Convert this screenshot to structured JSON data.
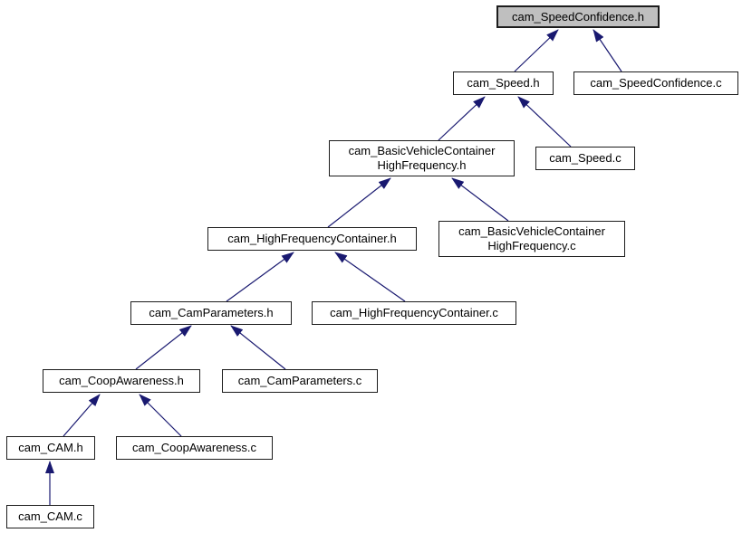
{
  "diagram": {
    "kind": "doxygen-include-dependency-graph",
    "arrow_color": "#191970",
    "node_border_color": "#1c1c1c",
    "node_fill_color": "#ffffff",
    "current_node_fill_color": "#bfbfbf",
    "nodes": [
      {
        "id": "cam_SpeedConfidence.h",
        "lines": [
          "cam_SpeedConfidence.h"
        ],
        "current": true
      },
      {
        "id": "cam_Speed.h",
        "lines": [
          "cam_Speed.h"
        ],
        "current": false
      },
      {
        "id": "cam_SpeedConfidence.c",
        "lines": [
          "cam_SpeedConfidence.c"
        ],
        "current": false
      },
      {
        "id": "cam_BasicVehicleContainerHighFrequency.h",
        "lines": [
          "cam_BasicVehicleContainer",
          "HighFrequency.h"
        ],
        "current": false
      },
      {
        "id": "cam_Speed.c",
        "lines": [
          "cam_Speed.c"
        ],
        "current": false
      },
      {
        "id": "cam_HighFrequencyContainer.h",
        "lines": [
          "cam_HighFrequencyContainer.h"
        ],
        "current": false
      },
      {
        "id": "cam_BasicVehicleContainerHighFrequency.c",
        "lines": [
          "cam_BasicVehicleContainer",
          "HighFrequency.c"
        ],
        "current": false
      },
      {
        "id": "cam_CamParameters.h",
        "lines": [
          "cam_CamParameters.h"
        ],
        "current": false
      },
      {
        "id": "cam_HighFrequencyContainer.c",
        "lines": [
          "cam_HighFrequencyContainer.c"
        ],
        "current": false
      },
      {
        "id": "cam_CoopAwareness.h",
        "lines": [
          "cam_CoopAwareness.h"
        ],
        "current": false
      },
      {
        "id": "cam_CamParameters.c",
        "lines": [
          "cam_CamParameters.c"
        ],
        "current": false
      },
      {
        "id": "cam_CAM.h",
        "lines": [
          "cam_CAM.h"
        ],
        "current": false
      },
      {
        "id": "cam_CoopAwareness.c",
        "lines": [
          "cam_CoopAwareness.c"
        ],
        "current": false
      },
      {
        "id": "cam_CAM.c",
        "lines": [
          "cam_CAM.c"
        ],
        "current": false
      }
    ],
    "edges": [
      {
        "from": "cam_Speed.h",
        "to": "cam_SpeedConfidence.h"
      },
      {
        "from": "cam_SpeedConfidence.c",
        "to": "cam_SpeedConfidence.h"
      },
      {
        "from": "cam_BasicVehicleContainerHighFrequency.h",
        "to": "cam_Speed.h"
      },
      {
        "from": "cam_Speed.c",
        "to": "cam_Speed.h"
      },
      {
        "from": "cam_HighFrequencyContainer.h",
        "to": "cam_BasicVehicleContainerHighFrequency.h"
      },
      {
        "from": "cam_BasicVehicleContainerHighFrequency.c",
        "to": "cam_BasicVehicleContainerHighFrequency.h"
      },
      {
        "from": "cam_CamParameters.h",
        "to": "cam_HighFrequencyContainer.h"
      },
      {
        "from": "cam_HighFrequencyContainer.c",
        "to": "cam_HighFrequencyContainer.h"
      },
      {
        "from": "cam_CoopAwareness.h",
        "to": "cam_CamParameters.h"
      },
      {
        "from": "cam_CamParameters.c",
        "to": "cam_CamParameters.h"
      },
      {
        "from": "cam_CAM.h",
        "to": "cam_CoopAwareness.h"
      },
      {
        "from": "cam_CoopAwareness.c",
        "to": "cam_CoopAwareness.h"
      },
      {
        "from": "cam_CAM.c",
        "to": "cam_CAM.h"
      }
    ]
  }
}
